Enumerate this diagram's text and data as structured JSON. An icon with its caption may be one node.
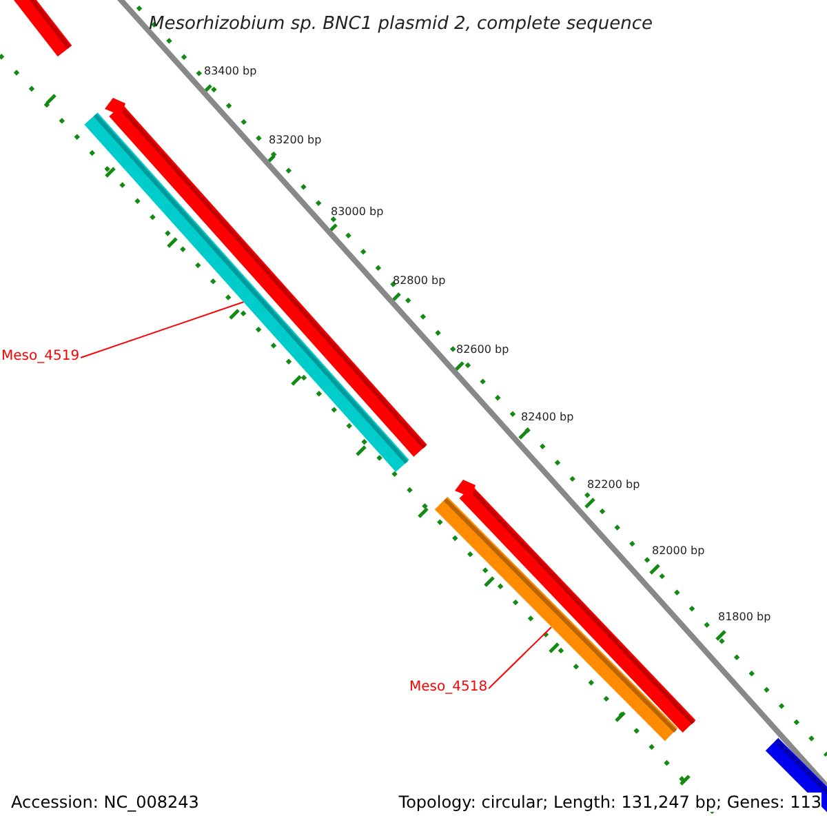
{
  "diagram": {
    "title": "Mesorhizobium sp. BNC1 plasmid 2, complete sequence",
    "nodes": [
      {
        "text": [
          "Meso_4519"
        ]
      },
      {
        "text": [],
        "shape": "bar"
      },
      {
        "text": [
          "Meso_4518"
        ]
      },
      {
        "text": [],
        "shape": "bar"
      }
    ],
    "edges": [
      {
        "from": 0,
        "to": 1,
        "arrow": "none"
      },
      {
        "from": 2,
        "to": 3,
        "arrow": "none"
      }
    ],
    "labels": [
      "83400 bp",
      "83200 bp",
      "83000 bp",
      "82800 bp",
      "82600 bp",
      "82400 bp",
      "82200 bp",
      "82000 bp",
      "81800 bp",
      "Accession: NC_008243",
      "Topology: circular; Length: 131,247 bp; Genes: 113"
    ]
  }
}
